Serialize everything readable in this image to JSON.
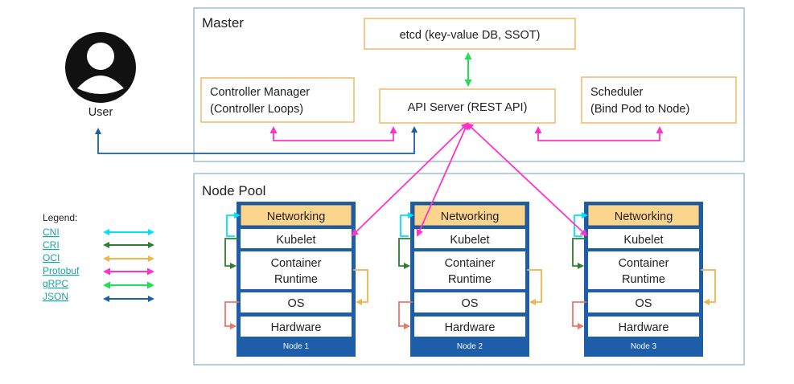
{
  "master": {
    "title": "Master",
    "etcd": "etcd (key-value DB, SSOT)",
    "api_server": "API Server (REST API)",
    "controller_manager": [
      "Controller Manager",
      "(Controller Loops)"
    ],
    "scheduler": [
      "Scheduler",
      "(Bind Pod to Node)"
    ]
  },
  "user": {
    "label": "User"
  },
  "node_pool": {
    "title": "Node Pool",
    "nodes": [
      {
        "name": "Node 1",
        "networking": "Networking",
        "kubelet": "Kubelet",
        "runtime": [
          "Container",
          "Runtime"
        ],
        "os": "OS",
        "hardware": "Hardware"
      },
      {
        "name": "Node 2",
        "networking": "Networking",
        "kubelet": "Kubelet",
        "runtime": [
          "Container",
          "Runtime"
        ],
        "os": "OS",
        "hardware": "Hardware"
      },
      {
        "name": "Node 3",
        "networking": "Networking",
        "kubelet": "Kubelet",
        "runtime": [
          "Container",
          "Runtime"
        ],
        "os": "OS",
        "hardware": "Hardware"
      }
    ]
  },
  "legend": {
    "title": "Legend:",
    "items": [
      {
        "label": "CNI",
        "color": "#00e0ff"
      },
      {
        "label": "CRI",
        "color": "#2e7d32"
      },
      {
        "label": "OCI",
        "color": "#f0b44a"
      },
      {
        "label": "Protobuf",
        "color": "#ff33cc"
      },
      {
        "label": "gRPC",
        "color": "#22dd55"
      },
      {
        "label": "JSON",
        "color": "#1a5fa8"
      }
    ]
  },
  "colors": {
    "panel_border": "#8fb3cf",
    "orange_border": "#f0b86a",
    "node_fill": "#1e5ea8",
    "networking_fill": "#fcd58c",
    "json_arrow": "#1a5fa8",
    "grpc_arrow": "#22dd55",
    "protobuf_arrow": "#ff33cc",
    "cni_arrow": "#00e0ff",
    "cri_arrow": "#2e7d32",
    "oci_arrow": "#f0b44a",
    "hw_arrow": "#e8756a"
  }
}
